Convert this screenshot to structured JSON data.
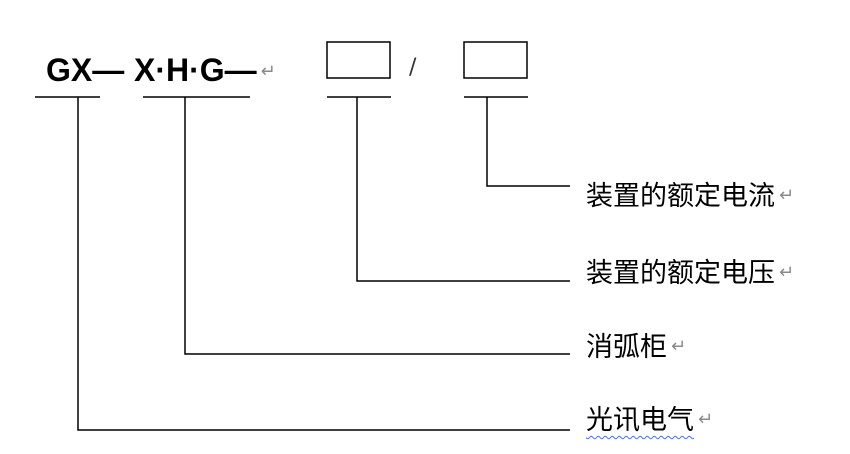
{
  "model_code": {
    "segments": [
      "GX—",
      "X·H·G—"
    ],
    "paragraph_mark": "↵",
    "separator": "/"
  },
  "labels": [
    {
      "text": "装置的额定电流",
      "mark": "↵"
    },
    {
      "text": "装置的额定电压",
      "mark": "↵"
    },
    {
      "text": "消弧柜",
      "mark": "↵"
    },
    {
      "text": "光讯电气",
      "mark": "↵"
    }
  ],
  "colors": {
    "line": "#000000",
    "paragraph_mark": "#8a8a8a",
    "spellcheck_underline": "#4a6fdc"
  }
}
